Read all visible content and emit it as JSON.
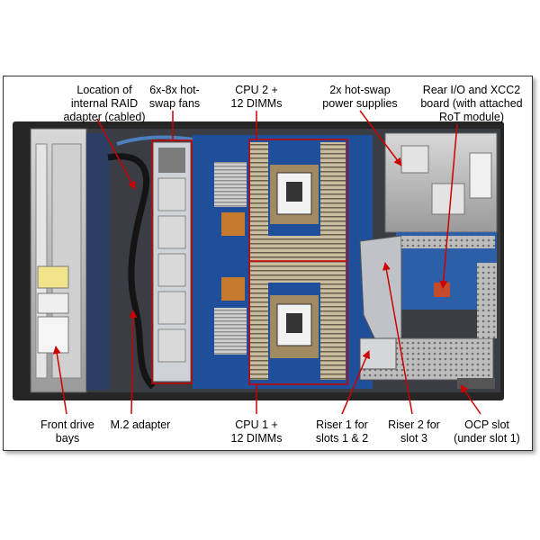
{
  "labels": {
    "raid": "Location of\ninternal RAID\nadapter (cabled)",
    "fans": "6x-8x hot-\nswap fans",
    "cpu2": "CPU 2 +\n12 DIMMs",
    "psu": "2x hot-swap\npower supplies",
    "rear_io": "Rear I/O and XCC2\nboard (with attached\nRoT module)",
    "front_bays": "Front drive\nbays",
    "m2": "M.2 adapter",
    "cpu1": "CPU 1 +\n12 DIMMs",
    "riser1": "Riser 1 for\nslots 1 & 2",
    "riser2": "Riser 2 for\nslot 3",
    "ocp": "OCP slot\n(under slot 1)"
  },
  "colors": {
    "callout": "#cc0000",
    "chassis": "#1f1f1f",
    "metal": "#b9b9b9",
    "board": "#1f4f9a",
    "dimm": "#c7b79a",
    "heatsink": "#d6d6d6"
  }
}
